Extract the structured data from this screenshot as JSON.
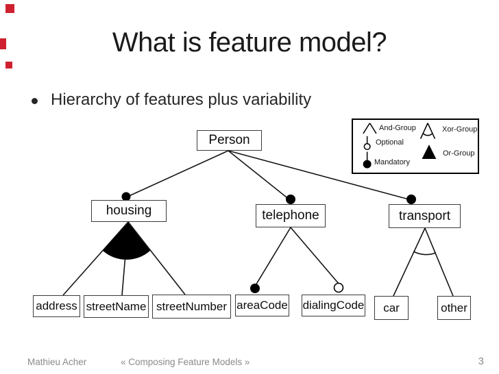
{
  "slide": {
    "title": "What is feature model?",
    "bullet": "Hierarchy of features plus variability",
    "accent_color": "#cf2030",
    "footer": {
      "author": "Mathieu Acher",
      "deck": "« Composing Feature Models »",
      "page": "3"
    }
  },
  "legend": {
    "items": [
      {
        "icon": "and-group-icon",
        "label": "And-Group"
      },
      {
        "icon": "xor-group-icon",
        "label": "Xor-Group"
      },
      {
        "icon": "optional-icon",
        "label": "Optional"
      },
      {
        "icon": "or-group-icon",
        "label": "Or-Group"
      },
      {
        "icon": "mandatory-icon",
        "label": "Mandatory"
      }
    ]
  },
  "diagram": {
    "nodes": {
      "person": "Person",
      "housing": "housing",
      "telephone": "telephone",
      "transport": "transport",
      "address": "address",
      "street_name": "streetName",
      "street_number": "streetNumber",
      "area_code": "areaCode",
      "dialing_code": "dialingCode",
      "car": "car",
      "other": "other"
    }
  }
}
